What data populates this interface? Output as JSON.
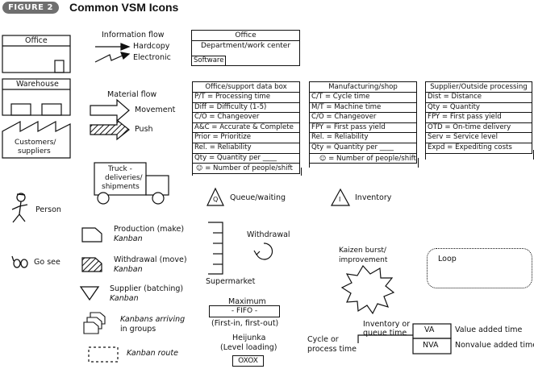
{
  "header": {
    "badge": "FIGURE 2",
    "title": "Common VSM Icons"
  },
  "office_icon": {
    "label": "Office"
  },
  "warehouse_icon": {
    "label": "Warehouse"
  },
  "customers_icon": {
    "label_line1": "Customers/",
    "label_line2": "suppliers"
  },
  "information_flow": {
    "title": "Information flow",
    "hardcopy": "Hardcopy",
    "electronic": "Electronic"
  },
  "material_flow": {
    "title": "Material flow",
    "movement": "Movement",
    "push": "Push"
  },
  "truck": {
    "line1": "Truck -",
    "line2": "deliveries/",
    "line3": "shipments"
  },
  "person": {
    "label": "Person"
  },
  "go_see": {
    "label": "Go see"
  },
  "dept_box": {
    "title": "Office",
    "subtitle": "Department/work center",
    "software": "Software"
  },
  "office_table": {
    "title": "Office/support data box",
    "rows": [
      "P/T = Processing time",
      "Diff = Difficulty (1-5)",
      "C/O = Changeover",
      "A&C = Accurate & Complete",
      "Prior = Prioritize",
      "Rel. = Reliability",
      "Qty = Quantity per ____",
      "= Number of people/shift"
    ]
  },
  "mfg_table": {
    "title": "Manufacturing/shop",
    "rows": [
      "C/T = Cycle time",
      "M/T = Machine time",
      "C/O = Changeover",
      "FPY = First pass yield",
      "Rel. = Reliability",
      "Qty = Quantity per ____",
      "= Number of people/shift"
    ]
  },
  "supplier_table": {
    "title": "Supplier/Outside processing",
    "rows": [
      "Dist = Distance",
      "Qty = Quantity",
      "FPY = First pass yield",
      "OTD = On-time delivery",
      "Serv = Service level",
      "Expd = Expediting costs"
    ]
  },
  "queue": {
    "symbol": "Q",
    "label": "Queue/waiting"
  },
  "inventory": {
    "symbol": "I",
    "label": "Inventory"
  },
  "kanban": {
    "production_l1": "Production (make)",
    "production_l2": "Kanban",
    "withdrawal_l1": "Withdrawal (move)",
    "withdrawal_l2": "Kanban",
    "supplier_l1": "Supplier (batching)",
    "supplier_l2": "Kanban",
    "arriving_l1": "Kanbans arriving",
    "arriving_l2": "in groups",
    "route": "Kanban route"
  },
  "supermarket": {
    "withdrawal": "Withdrawal",
    "label": "Supermarket"
  },
  "fifo": {
    "maximum": "Maximum",
    "lane": "- FIFO -",
    "caption": "(First-in, first-out)"
  },
  "heijunka": {
    "line1": "Heijunka",
    "line2": "(Level loading)",
    "box": "OXOX"
  },
  "kaizen": {
    "line1": "Kaizen burst/",
    "line2": "improvement"
  },
  "loop": {
    "label": "Loop"
  },
  "timeline": {
    "cycle_l1": "Cycle or",
    "cycle_l2": "process time",
    "inv_l1": "Inventory or",
    "inv_l2": "queue time",
    "va": "VA",
    "nva": "NVA",
    "va_label": "Value added time",
    "nva_label": "Nonvalue added time"
  }
}
